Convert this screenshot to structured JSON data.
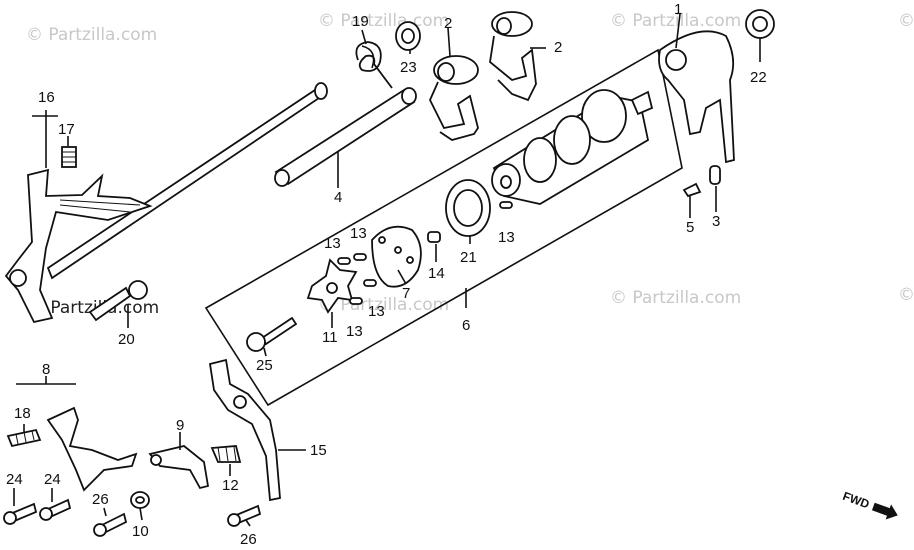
{
  "watermark": {
    "text": "© Partzilla.com"
  },
  "direction": {
    "text": "FWD"
  },
  "callouts": {
    "p1": "1",
    "p2a": "2",
    "p2b": "2",
    "p3": "3",
    "p4": "4",
    "p5": "5",
    "p6": "6",
    "p7": "7",
    "p8": "8",
    "p9": "9",
    "p10": "10",
    "p11": "11",
    "p12": "12",
    "p13a": "13",
    "p13b": "13",
    "p13c": "13",
    "p13d": "13",
    "p13e": "13",
    "p14": "14",
    "p15": "15",
    "p16": "16",
    "p17": "17",
    "p18": "18",
    "p19": "19",
    "p20": "20",
    "p21": "21",
    "p22": "22",
    "p23": "23",
    "p24a": "24",
    "p24b": "24",
    "p25": "25",
    "p26a": "26",
    "p26b": "26"
  }
}
